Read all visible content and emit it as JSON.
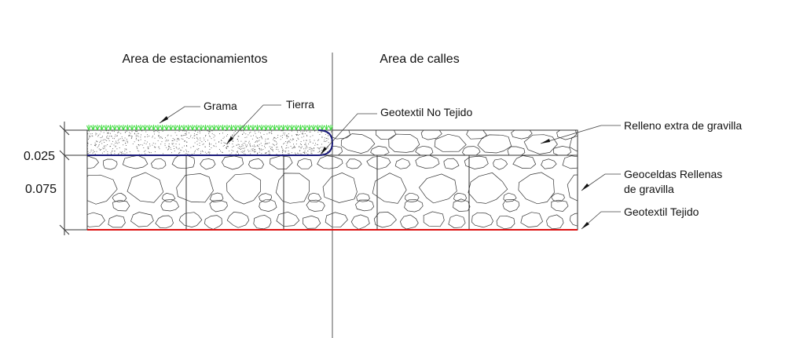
{
  "headings": {
    "left": "Area de estacionamientos",
    "right": "Area de calles"
  },
  "dimensions": {
    "top_layer": "0.025",
    "bottom_layer": "0.075"
  },
  "labels": {
    "grass": "Grama",
    "soil": "Tierra",
    "nonwoven": "Geotextil No Tejido",
    "extra_fill": "Relleno extra de gravilla",
    "geocells_line1": "Geoceldas Rellenas",
    "geocells_line2": "de gravilla",
    "woven": "Geotextil Tejido"
  },
  "colors": {
    "grass": "#44dd44",
    "nonwoven": "#1a1a7a",
    "woven": "#dd1111",
    "line": "#333333"
  }
}
